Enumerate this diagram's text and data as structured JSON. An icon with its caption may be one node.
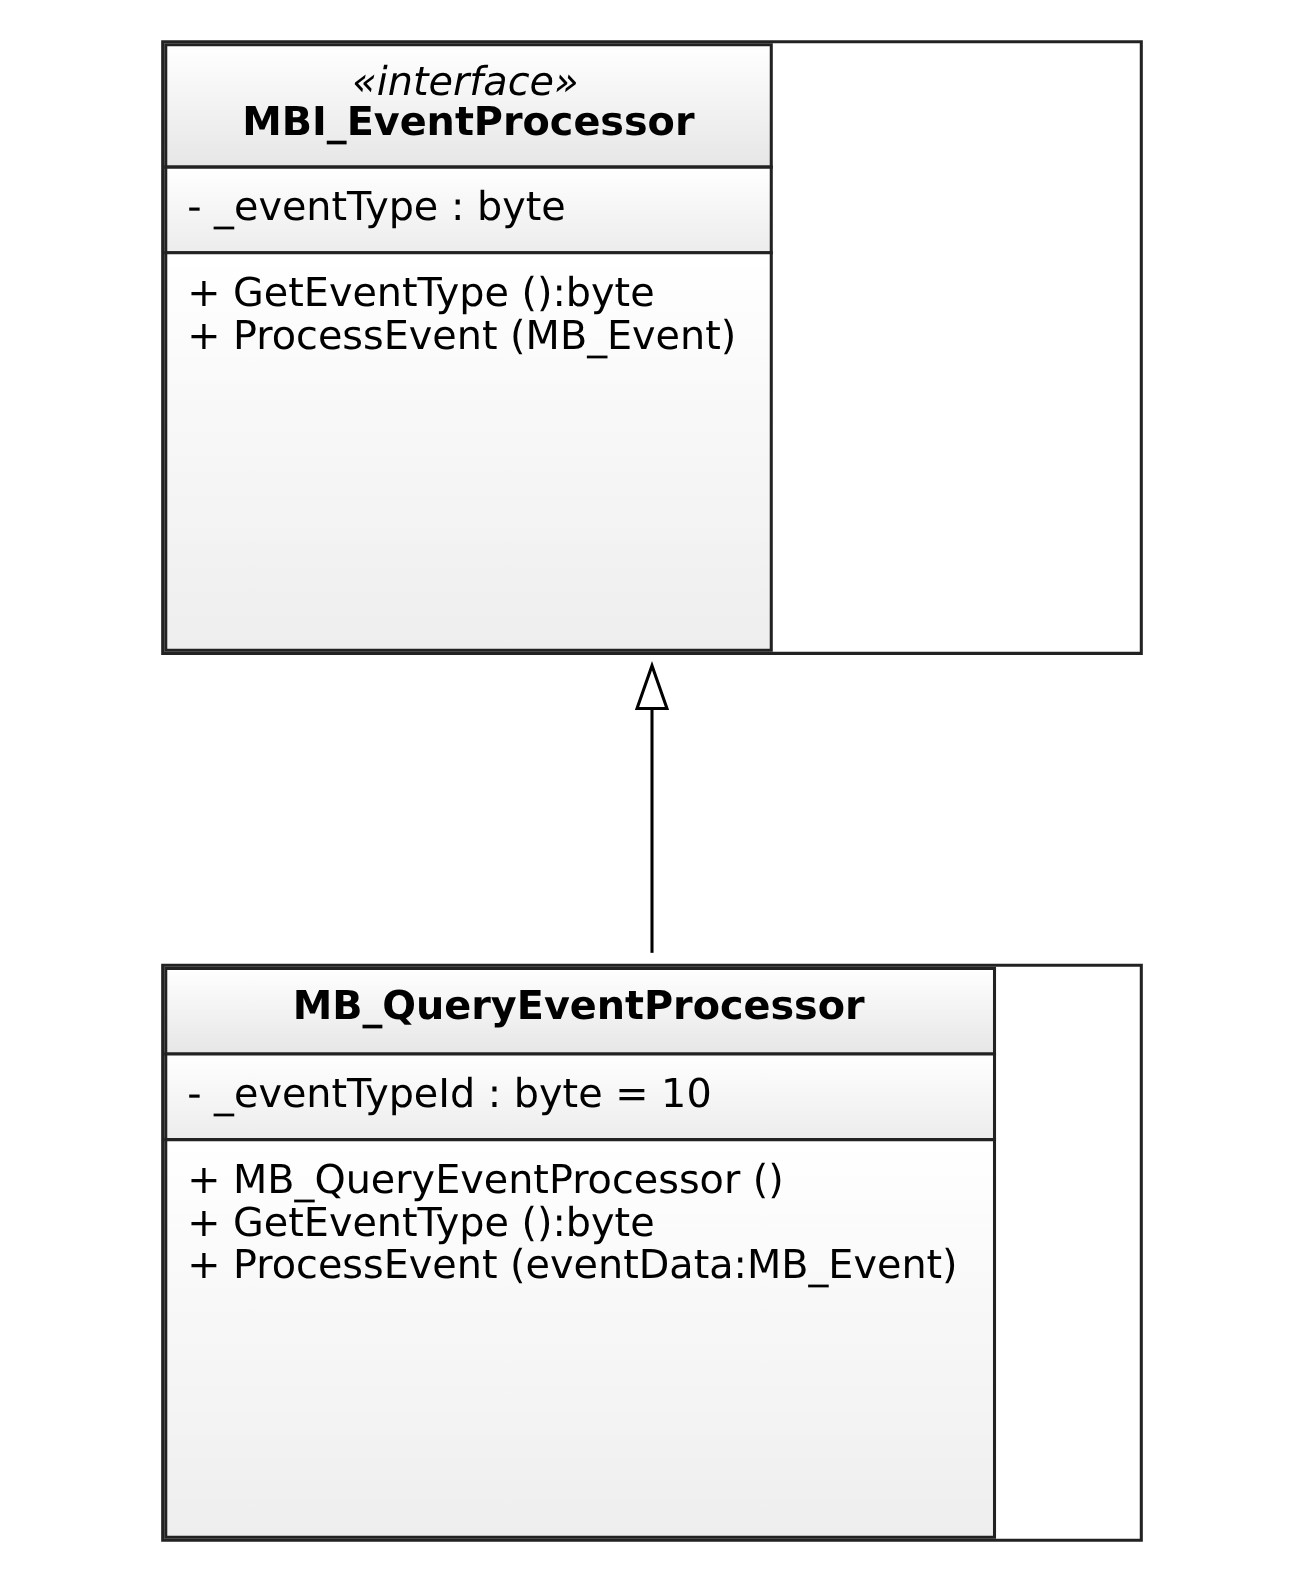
{
  "diagram": {
    "nodes": [
      {
        "text": [
          "«interface»",
          "MBI_EventProcessor",
          "- _eventType : byte",
          "+ GetEventType ():byte",
          "+ ProcessEvent (MB_Event)"
        ]
      },
      {
        "text": [
          "MB_QueryEventProcessor",
          "- _eventTypeId : byte = 10",
          "+ MB_QueryEventProcessor ()",
          "+ GetEventType ():byte",
          "+ ProcessEvent (eventData:MB_Event)"
        ]
      }
    ],
    "edges": [
      {
        "from": 1,
        "to": 0,
        "arrow": "to"
      }
    ]
  }
}
